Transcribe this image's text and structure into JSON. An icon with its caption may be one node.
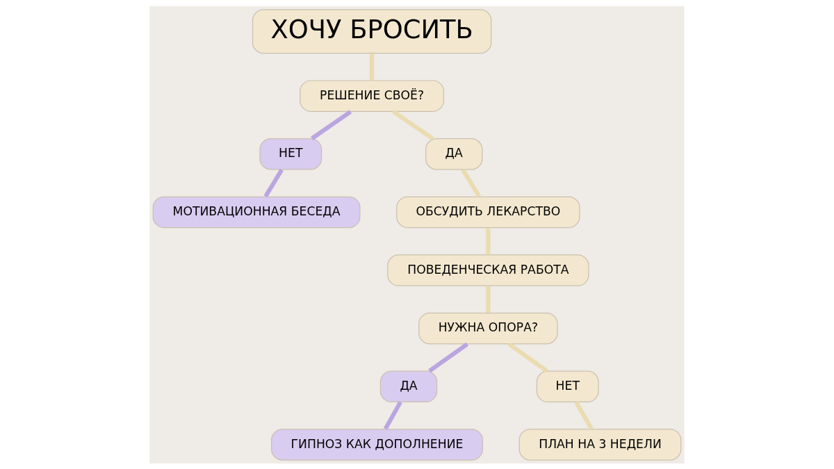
{
  "diagram": {
    "nodes": [
      {
        "text": [
          "ХОЧУ БРОСИТЬ"
        ]
      },
      {
        "text": [
          "РЕШЕНИЕ СВОЁ?"
        ]
      },
      {
        "text": [
          "НЕТ"
        ]
      },
      {
        "text": [
          "ДА"
        ]
      },
      {
        "text": [
          "МОТИВАЦИОННАЯ БЕСЕДА"
        ]
      },
      {
        "text": [
          "ОБСУДИТЬ ЛЕКАРСТВО"
        ]
      },
      {
        "text": [
          "ПОВЕДЕНЧЕСКАЯ РАБОТА"
        ]
      },
      {
        "text": [
          "НУЖНА ОПОРА?"
        ]
      },
      {
        "text": [
          "ДА"
        ]
      },
      {
        "text": [
          "НЕТ"
        ]
      },
      {
        "text": [
          "ГИПНОЗ КАК ДОПОЛНЕНИЕ"
        ]
      },
      {
        "text": [
          "ПЛАН НА 3 НЕДЕЛИ"
        ]
      }
    ],
    "edges": [
      {
        "from": 0,
        "to": 1,
        "arrow": "none"
      },
      {
        "from": 1,
        "to": 2,
        "arrow": "none",
        "color": "#b9a6e0"
      },
      {
        "from": 1,
        "to": 3,
        "arrow": "none"
      },
      {
        "from": 2,
        "to": 4,
        "arrow": "none",
        "color": "#b9a6e0"
      },
      {
        "from": 3,
        "to": 5,
        "arrow": "none"
      },
      {
        "from": 5,
        "to": 6,
        "arrow": "none"
      },
      {
        "from": 6,
        "to": 7,
        "arrow": "none"
      },
      {
        "from": 7,
        "to": 8,
        "arrow": "none",
        "color": "#b9a6e0"
      },
      {
        "from": 7,
        "to": 9,
        "arrow": "none"
      },
      {
        "from": 8,
        "to": 10,
        "arrow": "none",
        "color": "#b9a6e0"
      },
      {
        "from": 9,
        "to": 11,
        "arrow": "none"
      }
    ]
  }
}
